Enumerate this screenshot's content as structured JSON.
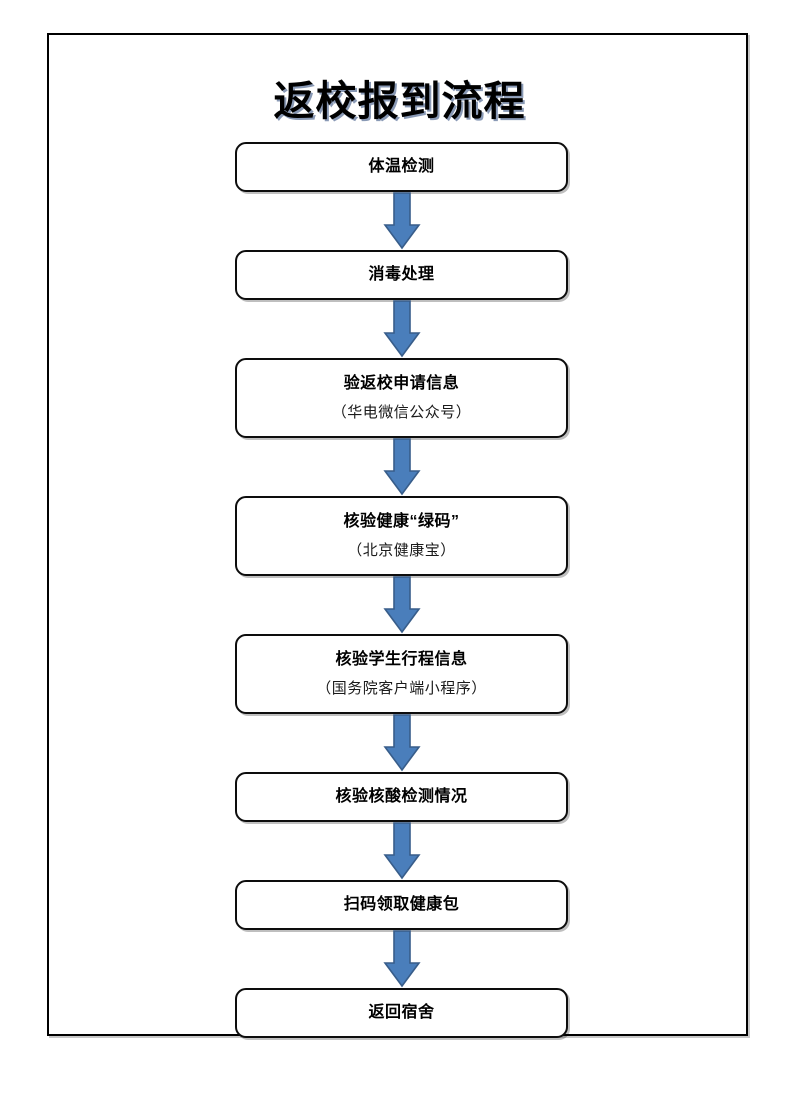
{
  "page": {
    "title": "返校报到流程",
    "background_color": "#ffffff",
    "frame_border_color": "#000000"
  },
  "style": {
    "arrow_fill": "#4A7EBB",
    "arrow_stroke": "#385D8A",
    "node_border": "#0d0d0d",
    "node_fill": "#ffffff",
    "title_shadow": "#284678"
  },
  "flow": {
    "type": "flowchart",
    "orientation": "top-to-bottom",
    "connector_icon": "down-block-arrow-icon",
    "steps": [
      {
        "index": 1,
        "label": "体温检测",
        "sub": "",
        "lines": 1
      },
      {
        "index": 2,
        "label": "消毒处理",
        "sub": "",
        "lines": 1
      },
      {
        "index": 3,
        "label": "验返校申请信息",
        "sub": "（华电微信公众号）",
        "lines": 2
      },
      {
        "index": 4,
        "label": "核验健康“绿码”",
        "sub": "（北京健康宝）",
        "lines": 2
      },
      {
        "index": 5,
        "label": "核验学生行程信息",
        "sub": "（国务院客户端小程序）",
        "lines": 2
      },
      {
        "index": 6,
        "label": "核验核酸检测情况",
        "sub": "",
        "lines": 1
      },
      {
        "index": 7,
        "label": "扫码领取健康包",
        "sub": "",
        "lines": 1
      },
      {
        "index": 8,
        "label": "返回宿舍",
        "sub": "",
        "lines": 1
      }
    ]
  }
}
